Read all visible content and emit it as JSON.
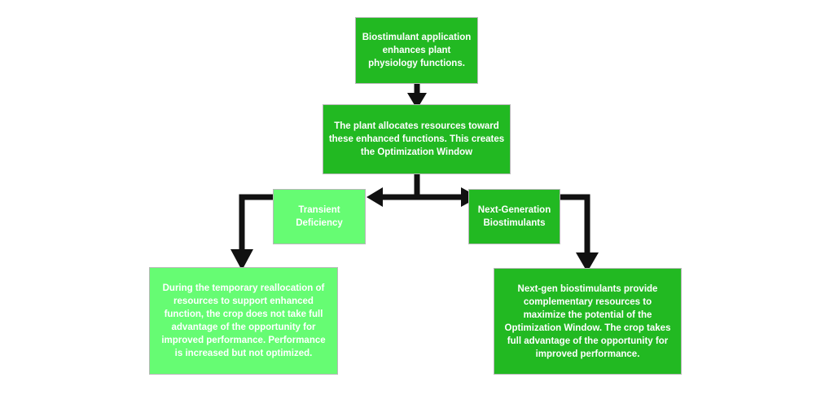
{
  "diagram": {
    "nodes": {
      "top": {
        "text": "Biostimulant application enhances plant physiology functions."
      },
      "allocate": {
        "text": "The plant allocates resources toward these enhanced functions. This creates the Optimization Window"
      },
      "transient": {
        "text": "Transient Deficiency"
      },
      "nextgen": {
        "text": "Next-Generation Biostimulants"
      },
      "left_outcome": {
        "text": "During the temporary reallocation of resources to support enhanced function, the crop does not take full advantage of the opportunity for improved performance. Performance is increased but not optimized."
      },
      "right_outcome": {
        "text": "Next-gen biostimulants provide complementary resources to maximize the potential of the Optimization Window. The crop takes full advantage of the opportunity for improved performance."
      }
    },
    "edges": [
      {
        "from": "top",
        "to": "allocate"
      },
      {
        "from": "allocate",
        "to": "transient"
      },
      {
        "from": "allocate",
        "to": "nextgen"
      },
      {
        "from": "transient",
        "to": "left_outcome"
      },
      {
        "from": "nextgen",
        "to": "right_outcome"
      }
    ],
    "colors": {
      "dark_green": "#22b922",
      "light_green": "#66fc73",
      "arrow": "#111111"
    }
  }
}
